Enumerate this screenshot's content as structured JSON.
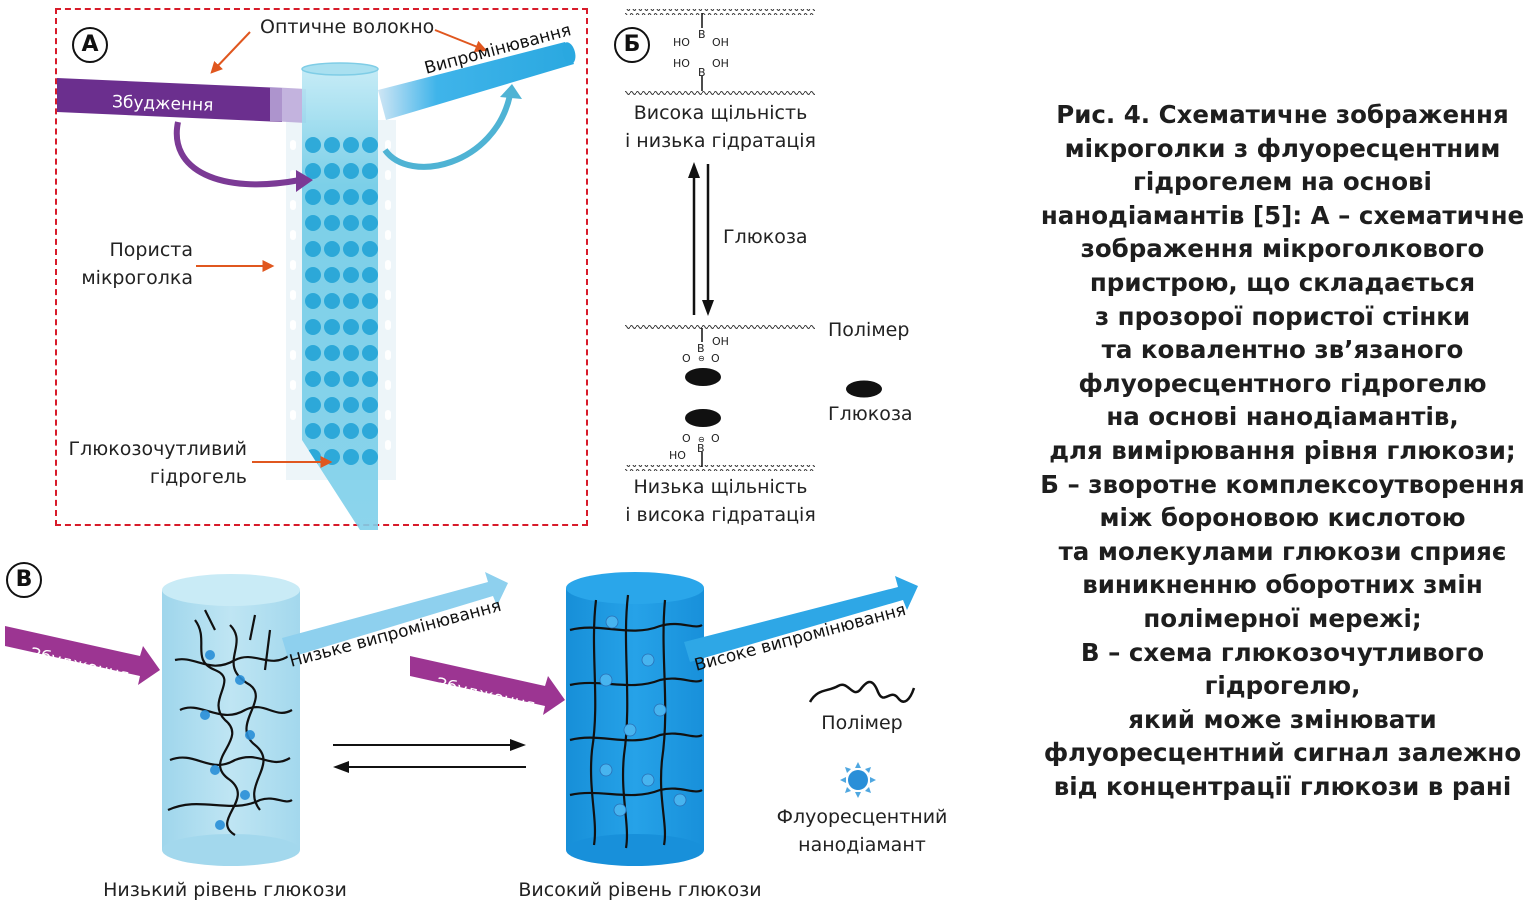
{
  "panel_a": {
    "badge": "А",
    "optical_fiber_label": "Оптичне волокно",
    "excitation_label": "Збудження",
    "emission_label": "Випромінювання",
    "porous_needle_label": [
      "Пориста",
      "мікроголка"
    ],
    "hydrogel_label": [
      "Глюкозочутливий",
      "гідрогель"
    ],
    "colors": {
      "frame": "#d81b2a",
      "excitation": "#6b2f8e",
      "emission": "#2aa8e0",
      "pointer_arrow": "#e0571f",
      "needle": "#3ab0d6"
    }
  },
  "panel_b": {
    "badge": "Б",
    "top_state": [
      "Висока щільність",
      "і низька гідратація"
    ],
    "reaction_label": "Глюкоза",
    "polymer_label": "Полімер",
    "glucose_legend_label": "Глюкоза",
    "bottom_state": [
      "Низька щільність",
      "і висока гідратація"
    ],
    "chem": {
      "B": "B",
      "HO": "HO",
      "OH": "OH",
      "O": "O",
      "minus": "⊖"
    }
  },
  "panel_c": {
    "badge": "В",
    "left": {
      "excitation_label": "Збудження",
      "emission_label": "Низьке випромінювання",
      "caption": "Низький рівень глюкози"
    },
    "right": {
      "excitation_label": "Збудження",
      "emission_label": "Високе випромінювання",
      "caption": "Високий рівень глюкози"
    },
    "legend": {
      "polymer": "Полімер",
      "nanodiamond": [
        "Флуоресцентний",
        "нанодіамант"
      ]
    },
    "colors": {
      "excitation": "#9c3592",
      "low_emission": "#8ed0ee",
      "high_emission": "#2ea7e6",
      "low_cyl": "#a8dcef",
      "high_cyl": "#1e98e0",
      "nanodiamond": "#2a8fd8"
    }
  },
  "caption": {
    "lines": [
      "Рис. 4. Схематичне зображення",
      "мікроголки з флуоресцентним",
      "гідрогелем на основі",
      "нанодіамантів [5]: А – схематичне",
      "зображення мікроголкового",
      "пристрою, що складається",
      "з прозорої пористої стінки",
      "та ковалентно зв’язаного",
      "флуоресцентного гідрогелю",
      "на основі нанодіамантів,",
      "для вимірювання рівня глюкози;",
      "Б – зворотне комплексоутворення",
      "між бороновою кислотою",
      "та молекулами глюкози сприяє",
      "виникненню оборотних змін",
      "полімерної мережі;",
      "В – схема глюкозочутливого",
      "гідрогелю,",
      "який може змінювати",
      "флуоресцентний сигнал залежно",
      "від концентрації глюкози в рані"
    ]
  }
}
